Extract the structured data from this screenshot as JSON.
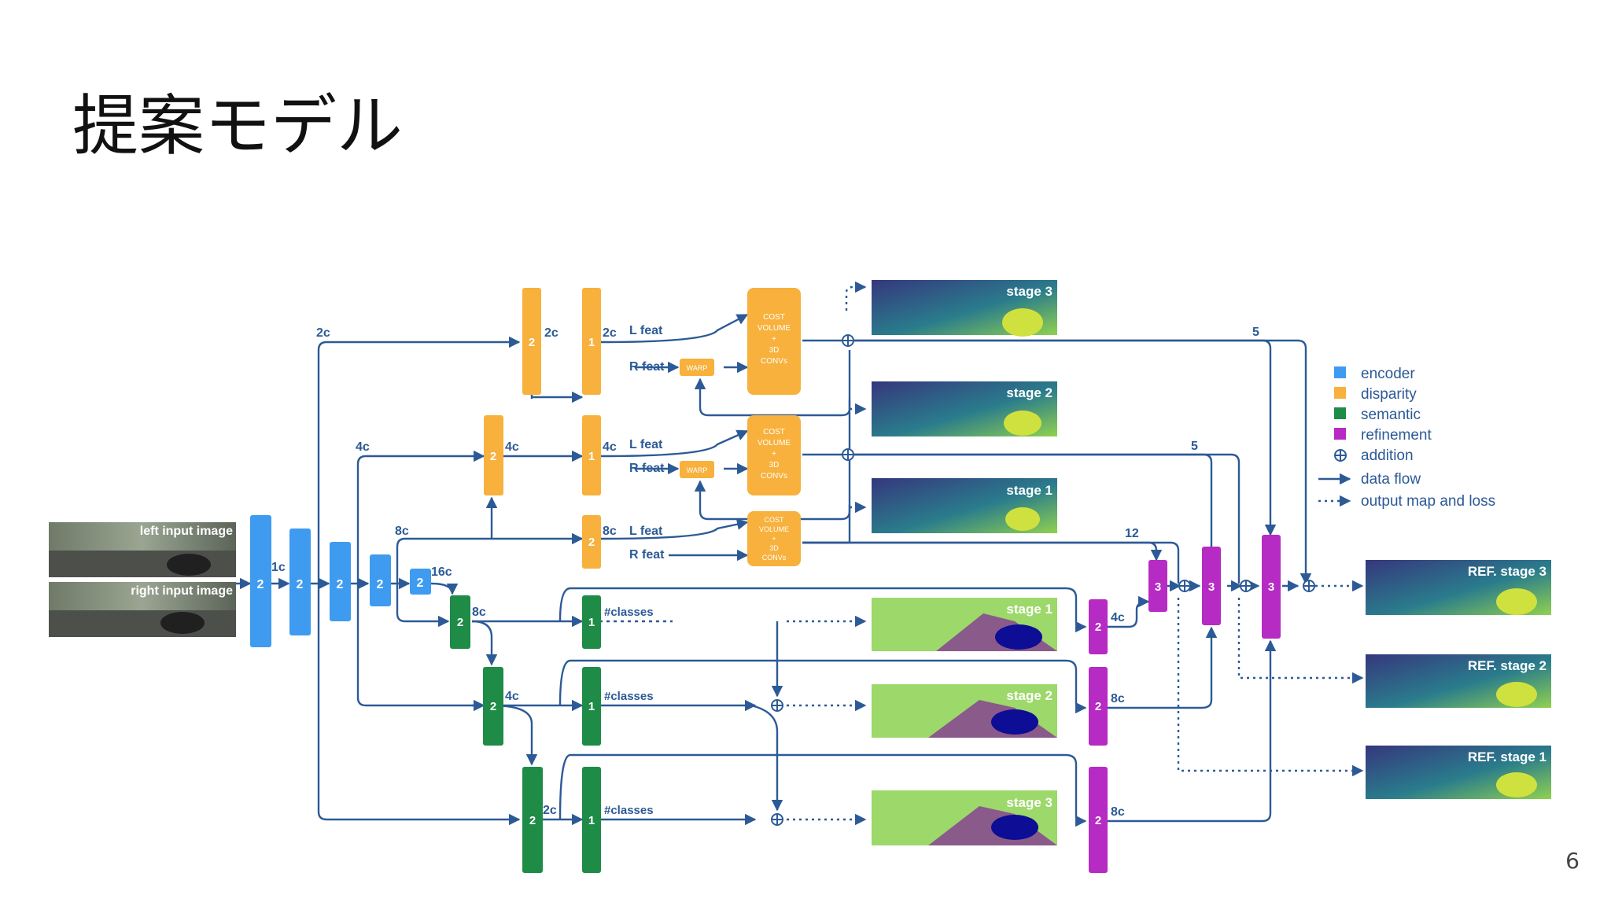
{
  "slide": {
    "title": "提案モデル",
    "page_number": "6"
  },
  "colors": {
    "encoder": "#3f9bf0",
    "disparity": "#f7b13c",
    "semantic": "#1e8b47",
    "refinement": "#b62bc3",
    "line": "#2c5a96",
    "depth_bg": "#35377d",
    "depth_mid": "#2e8a8a",
    "depth_hi": "#cfe13e",
    "seg_green": "#9cd86a",
    "seg_purple": "#8a5a8a",
    "seg_blue": "#0d0d96"
  },
  "diagram": {
    "input_images": [
      "left input image",
      "right input image"
    ],
    "encoder_blocks": [
      "2",
      "2",
      "2",
      "2",
      "2"
    ],
    "encoder_labels": [
      "1c",
      "16c"
    ],
    "flow_labels": {
      "c2_top": "2c",
      "c4_top": "4c",
      "c8_top": "8c",
      "disp_a": "2c",
      "disp_b": "2c",
      "disp_c": "4c",
      "disp_d": "4c",
      "disp_e": "8c",
      "sem_a": "8c",
      "sem_b": "4c",
      "sem_c": "2c",
      "ref_a": "4c",
      "ref_b": "8c",
      "ref_c": "8c",
      "n5a": "5",
      "n5b": "5",
      "n12": "12"
    },
    "disparity_blocks": [
      "2",
      "1",
      "2",
      "1",
      "2"
    ],
    "feat_labels": {
      "l3": "L feat",
      "r3": "R feat",
      "l2": "L feat",
      "r2": "R feat",
      "l1": "L feat",
      "r1": "R feat"
    },
    "warp_label": "WARP",
    "cost_volume_lines": [
      "COST",
      "VOLUME",
      "+",
      "3D",
      "CONVs"
    ],
    "semantic_blocks": [
      "2",
      "2",
      "2",
      "1",
      "1",
      "1"
    ],
    "classes_label": "#classes",
    "refinement_blocks": [
      "2",
      "2",
      "2",
      "3",
      "3",
      "3"
    ],
    "disparity_outputs": [
      "stage 3",
      "stage 2",
      "stage 1"
    ],
    "semantic_outputs": [
      "stage 1",
      "stage 2",
      "stage 3"
    ],
    "refined_outputs": [
      "REF. stage 3",
      "REF. stage 2",
      "REF. stage 1"
    ]
  },
  "legend": [
    {
      "label": "encoder",
      "swatch": "encoder"
    },
    {
      "label": "disparity",
      "swatch": "disparity"
    },
    {
      "label": "semantic",
      "swatch": "semantic"
    },
    {
      "label": "refinement",
      "swatch": "refinement"
    },
    {
      "label": "addition",
      "swatch": "addition-icon"
    },
    {
      "label": "data flow",
      "swatch": "solid-arrow"
    },
    {
      "label": "output map and loss",
      "swatch": "dotted-arrow"
    }
  ]
}
